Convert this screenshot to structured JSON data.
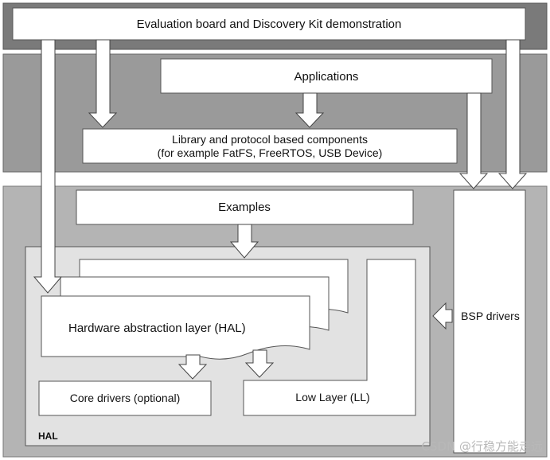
{
  "diagram": {
    "eval_board": "Evaluation board and Discovery Kit demonstration",
    "applications": "Applications",
    "library_line1": "Library and protocol based components",
    "library_line2": "(for example FatFS, FreeRTOS, USB  Device)",
    "examples": "Examples",
    "hal_layer": "Hardware abstraction layer (HAL)",
    "core_drivers": "Core drivers (optional)",
    "low_layer": "Low Layer (LL)",
    "bsp_drivers": "BSP drivers",
    "hal_group": "HAL"
  },
  "watermark": "CSDN @行稳方能走远",
  "colors": {
    "top_band": "#7a7a7a",
    "mid_band": "#9a9a9a",
    "bottom_band": "#b4b4b4",
    "hal_group": "#e2e2e2",
    "box": "#ffffff",
    "stroke": "#444444"
  }
}
